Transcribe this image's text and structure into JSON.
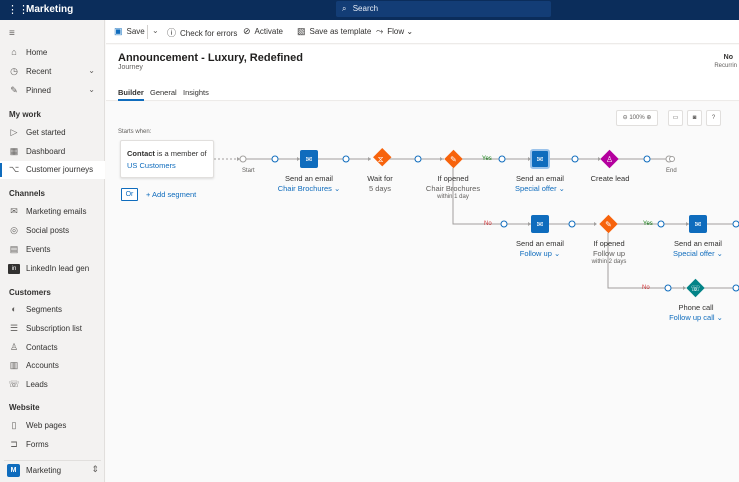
{
  "topbar": {
    "app_name": "Marketing",
    "search_placeholder": "Search"
  },
  "sidebar": {
    "top_items": [
      {
        "label": "Home",
        "icon": "home-icon"
      },
      {
        "label": "Recent",
        "icon": "clock-icon"
      },
      {
        "label": "Pinned",
        "icon": "pin-icon"
      }
    ],
    "sections": [
      {
        "title": "My work",
        "items": [
          {
            "label": "Get started",
            "icon": "play-icon"
          },
          {
            "label": "Dashboard",
            "icon": "dashboard-icon"
          },
          {
            "label": "Customer journeys",
            "icon": "journey-icon",
            "active": true
          }
        ]
      },
      {
        "title": "Channels",
        "items": [
          {
            "label": "Marketing emails",
            "icon": "mail-icon"
          },
          {
            "label": "Social posts",
            "icon": "social-icon"
          },
          {
            "label": "Events",
            "icon": "calendar-icon"
          },
          {
            "label": "LinkedIn lead gen",
            "icon": "linkedin-icon"
          }
        ]
      },
      {
        "title": "Customers",
        "items": [
          {
            "label": "Segments",
            "icon": "segments-icon"
          },
          {
            "label": "Subscription list",
            "icon": "list-icon"
          },
          {
            "label": "Contacts",
            "icon": "person-icon"
          },
          {
            "label": "Accounts",
            "icon": "building-icon"
          },
          {
            "label": "Leads",
            "icon": "leads-icon"
          }
        ]
      },
      {
        "title": "Website",
        "items": [
          {
            "label": "Web pages",
            "icon": "page-icon"
          },
          {
            "label": "Forms",
            "icon": "form-icon"
          }
        ]
      }
    ],
    "area": {
      "badge": "M",
      "label": "Marketing"
    }
  },
  "toolbar": {
    "save": "Save",
    "check_errors": "Check for errors",
    "activate": "Activate",
    "save_template": "Save as template",
    "flow": "Flow"
  },
  "header": {
    "title": "Announcement - Luxury, Redefined",
    "subtitle": "Journey",
    "right_top": "No",
    "right_bottom": "Recurrin"
  },
  "tabs": [
    "Builder",
    "General",
    "Insights"
  ],
  "zoom": {
    "level": "100%"
  },
  "journey": {
    "starts_when": "Starts when:",
    "trigger_bold": "Contact",
    "trigger_rest": " is a member of",
    "trigger_segment": "US Customers",
    "or_button": "Or",
    "add_segment": "+ Add segment",
    "start_label": "Start",
    "end_label": "End",
    "yes": "Yes",
    "no": "No",
    "nodes": {
      "email1": {
        "title": "Send an email",
        "sub": "Chair Brochures ⌄"
      },
      "wait": {
        "title": "Wait for",
        "sub": "5 days"
      },
      "opened1": {
        "title": "If opened",
        "sub": "Chair Brochures",
        "sub2": "within 1 day"
      },
      "email2": {
        "title": "Send an email",
        "sub": "Special offer ⌄"
      },
      "lead": {
        "title": "Create lead"
      },
      "email3": {
        "title": "Send an email",
        "sub": "Follow up ⌄"
      },
      "opened2": {
        "title": "If opened",
        "sub": "Follow up",
        "sub2": "within 2 days"
      },
      "email4": {
        "title": "Send an email",
        "sub": "Special offer ⌄"
      },
      "call": {
        "title": "Phone call",
        "sub": "Follow up call ⌄"
      }
    }
  },
  "colors": {
    "email": "#0f6cbd",
    "wait": "#f7630c",
    "lead": "#b4009e",
    "call": "#038387",
    "topbar": "#0b2d5b"
  }
}
